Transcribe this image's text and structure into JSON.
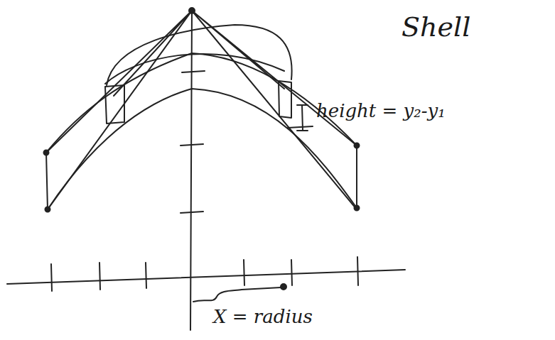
{
  "diagram": {
    "labels": [
      "Shell",
      "height = y₂-y₁",
      "X = radius"
    ]
  }
}
